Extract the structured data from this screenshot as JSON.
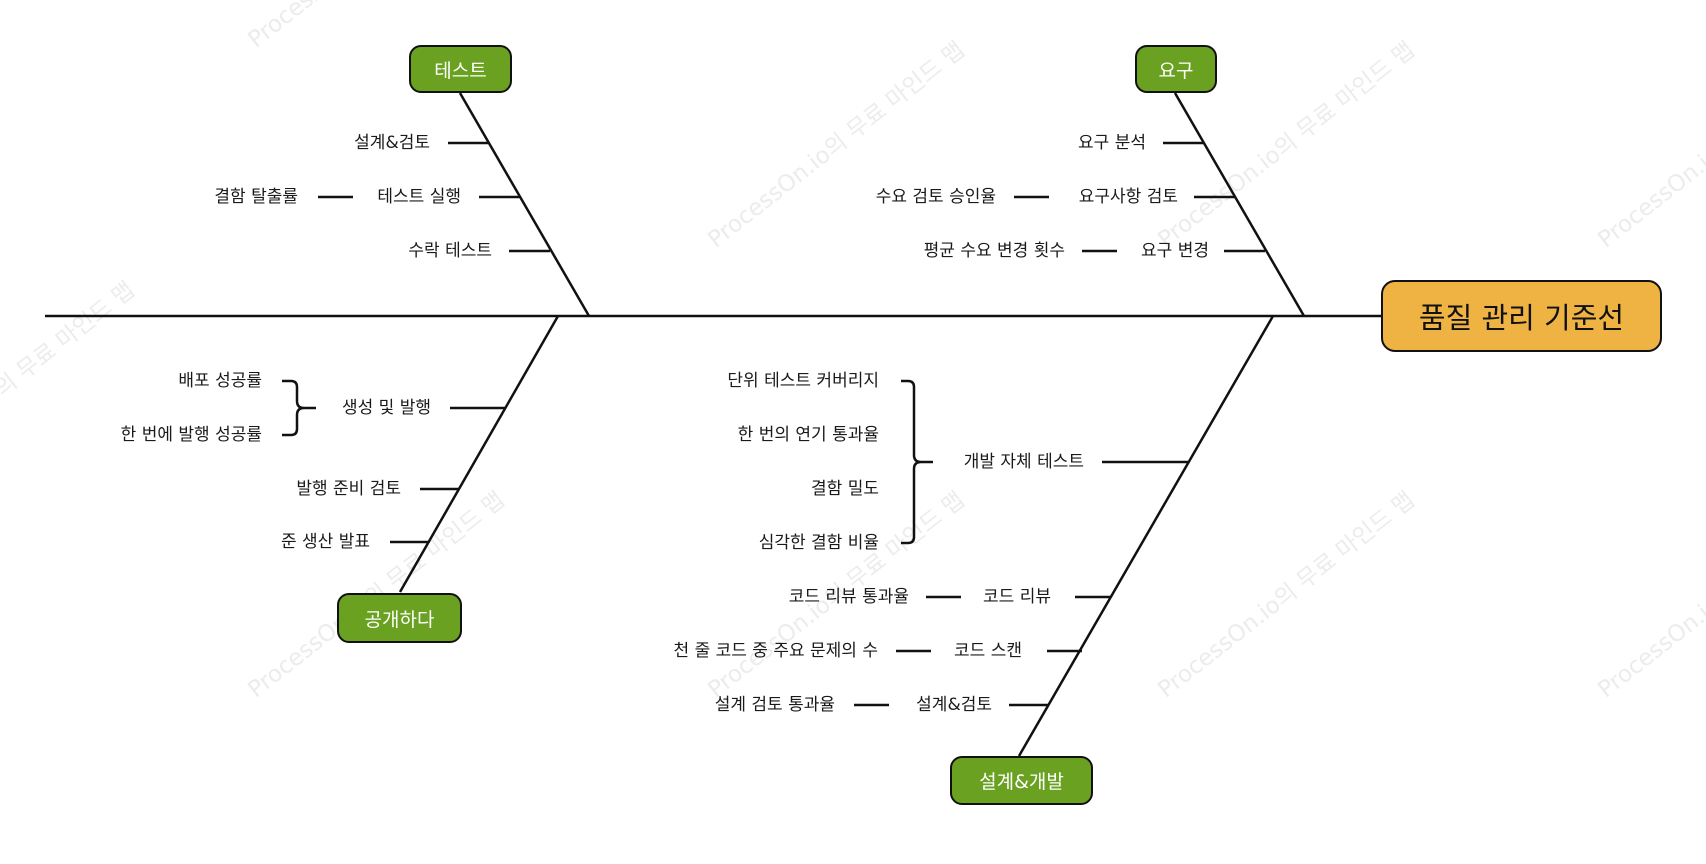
{
  "colors": {
    "category": "#6aa121",
    "head": "#eeb343",
    "line": "#111111",
    "watermark": "#ececec"
  },
  "watermark": "ProcessOn.io의 무료 마인드 맵",
  "head": {
    "label": "품질 관리 기준선"
  },
  "categories": {
    "test": {
      "label": "테스트",
      "causes": [
        {
          "label": "설계&검토"
        },
        {
          "label": "테스트 실행",
          "metric": "결함 탈출률"
        },
        {
          "label": "수락 테스트"
        }
      ]
    },
    "requirement": {
      "label": "요구",
      "causes": [
        {
          "label": "요구 분석"
        },
        {
          "label": "요구사항 검토",
          "metric": "수요 검토 승인율"
        },
        {
          "label": "요구 변경",
          "metric": "평균 수요 변경 횟수"
        }
      ]
    },
    "release": {
      "label": "공개하다",
      "causes": [
        {
          "label": "생성 및 발행",
          "metrics": [
            "배포 성공률",
            "한 번에 발행 성공률"
          ]
        },
        {
          "label": "발행 준비 검토"
        },
        {
          "label": "준 생산 발표"
        }
      ]
    },
    "design_dev": {
      "label": "설계&개발",
      "causes": [
        {
          "label": "개발 자체 테스트",
          "metrics": [
            "단위 테스트 커버리지",
            "한 번의 연기 통과율",
            "결함 밀도",
            "심각한 결함 비율"
          ]
        },
        {
          "label": "코드 리뷰",
          "metric": "코드 리뷰 통과율"
        },
        {
          "label": "코드 스캔",
          "metric": "천 줄 코드 중 주요 문제의 수"
        },
        {
          "label": "설계&검토",
          "metric": "설계 검토 통과율"
        }
      ]
    }
  }
}
